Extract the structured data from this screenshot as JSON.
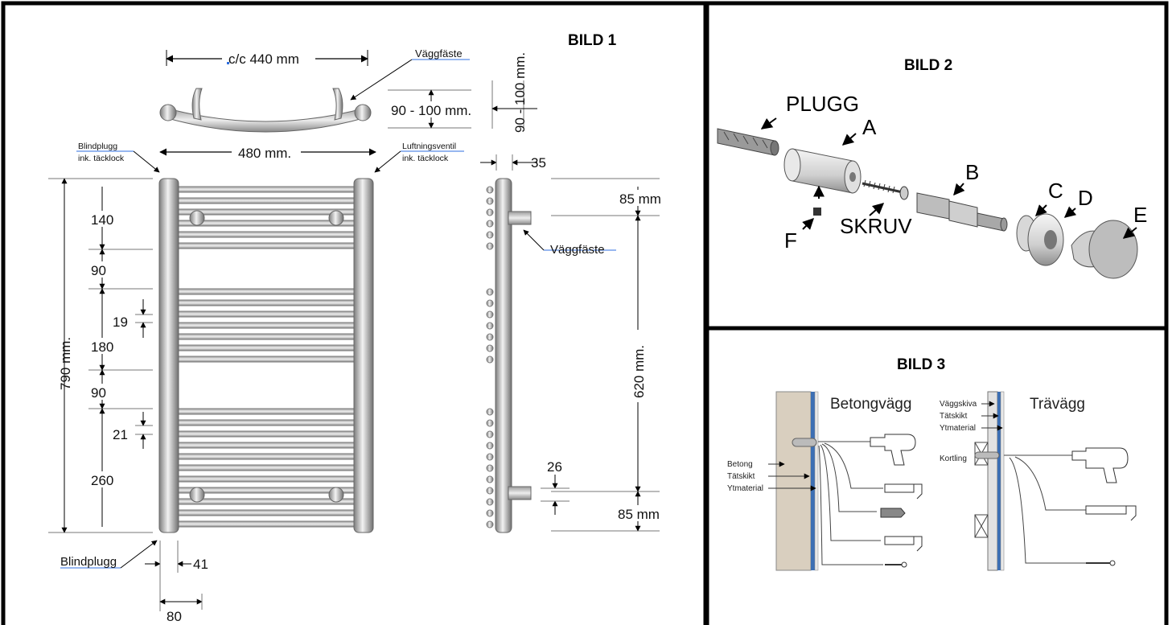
{
  "bild1": {
    "title": "BILD 1",
    "cc_label": "c/c 440 mm",
    "vaggfaste_top": "Väggfäste",
    "depth_label": "90 - 100 mm.",
    "depth_vertical": "90 - 100 mm.",
    "width_label": "480 mm.",
    "blindplugg_top_1": "Blindplugg",
    "blindplugg_top_2": "ink. täcklock",
    "luftning_1": "Luftningsventil",
    "luftning_2": "ink. täcklock",
    "dim_35": "35",
    "height_label": "790 mm.",
    "d140": "140",
    "d90a": "90",
    "d19": "19",
    "d180": "180",
    "d90b": "90",
    "d21": "21",
    "d260": "260",
    "d85_top": "85 mm",
    "vaggfaste_side": "Väggfäste",
    "d620": "620 mm.",
    "d26": "26",
    "d85_bottom": "85 mm",
    "blindplugg_bottom": "Blindplugg",
    "d41": "41",
    "d80": "80"
  },
  "bild2": {
    "title": "BILD 2",
    "plugg": "PLUGG",
    "label_a": "A",
    "label_b": "B",
    "label_c": "C",
    "label_d": "D",
    "label_e": "E",
    "label_f": "F",
    "skruv": "SKRUV"
  },
  "bild3": {
    "title": "BILD 3",
    "betongvagg": "Betongvägg",
    "travagg": "Trävägg",
    "betong": "Betong",
    "tatskikt_left": "Tätskikt",
    "ytmaterial_left": "Ytmaterial",
    "vaggskiva": "Väggskiva",
    "tatskikt_right": "Tätskikt",
    "ytmaterial_right": "Ytmaterial",
    "kortling": "Kortling"
  },
  "colors": {
    "frame": "#000000",
    "metal_dark": "#8a8a8a",
    "metal_light": "#e6e6e6",
    "dim_marker": "#2f6fe0",
    "concrete": "#d9cfbf",
    "membrane": "#3c6fb4"
  }
}
